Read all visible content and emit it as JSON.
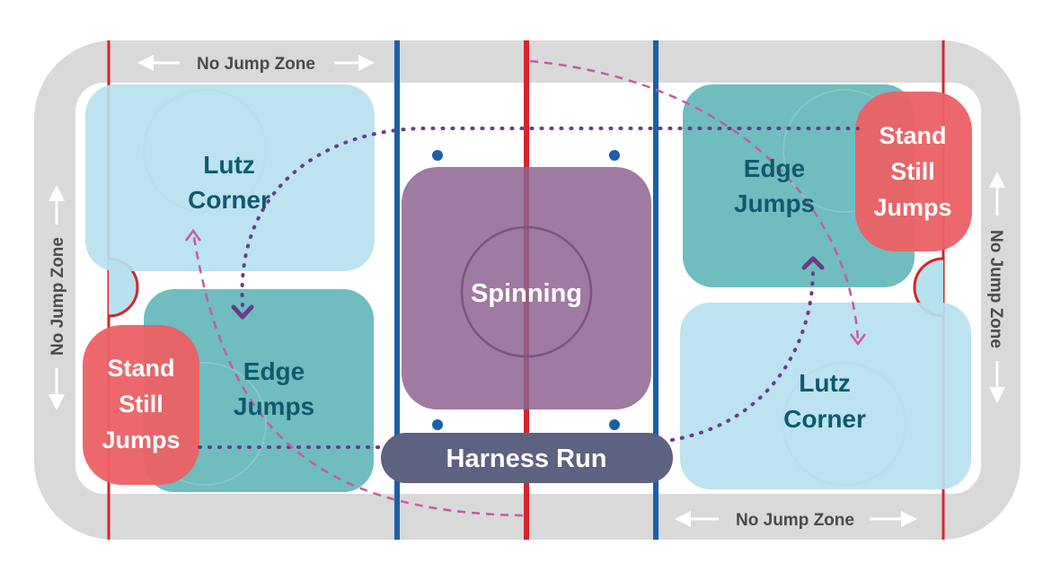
{
  "rink": {
    "no_jump_zone_label": "No Jump Zone",
    "colors": {
      "board": "#d9d9d9",
      "ice": "#ffffff",
      "red_line": "#d8232a",
      "blue_line": "#1d5fa6",
      "light_zone": "#b6e1ee",
      "teal_zone": "#63b7b8",
      "red_zone": "#ec6064",
      "purple_zone": "#8e6390",
      "harness_bar": "#5c6280",
      "purple_path": "#6b3a8a",
      "pink_path": "#c85aa0",
      "dark_text": "#0f5a6f",
      "white_text": "#ffffff"
    }
  },
  "zones": {
    "lutz_corner_left": {
      "line1": "Lutz",
      "line2": "Corner"
    },
    "lutz_corner_right": {
      "line1": "Lutz",
      "line2": "Corner"
    },
    "edge_jumps_left": {
      "line1": "Edge",
      "line2": "Jumps"
    },
    "edge_jumps_right": {
      "line1": "Edge",
      "line2": "Jumps"
    },
    "stand_still_left": {
      "line1": "Stand",
      "line2": "Still",
      "line3": "Jumps"
    },
    "stand_still_right": {
      "line1": "Stand",
      "line2": "Still",
      "line3": "Jumps"
    },
    "spinning": {
      "label": "Spinning"
    },
    "harness_run": {
      "label": "Harness Run"
    }
  }
}
